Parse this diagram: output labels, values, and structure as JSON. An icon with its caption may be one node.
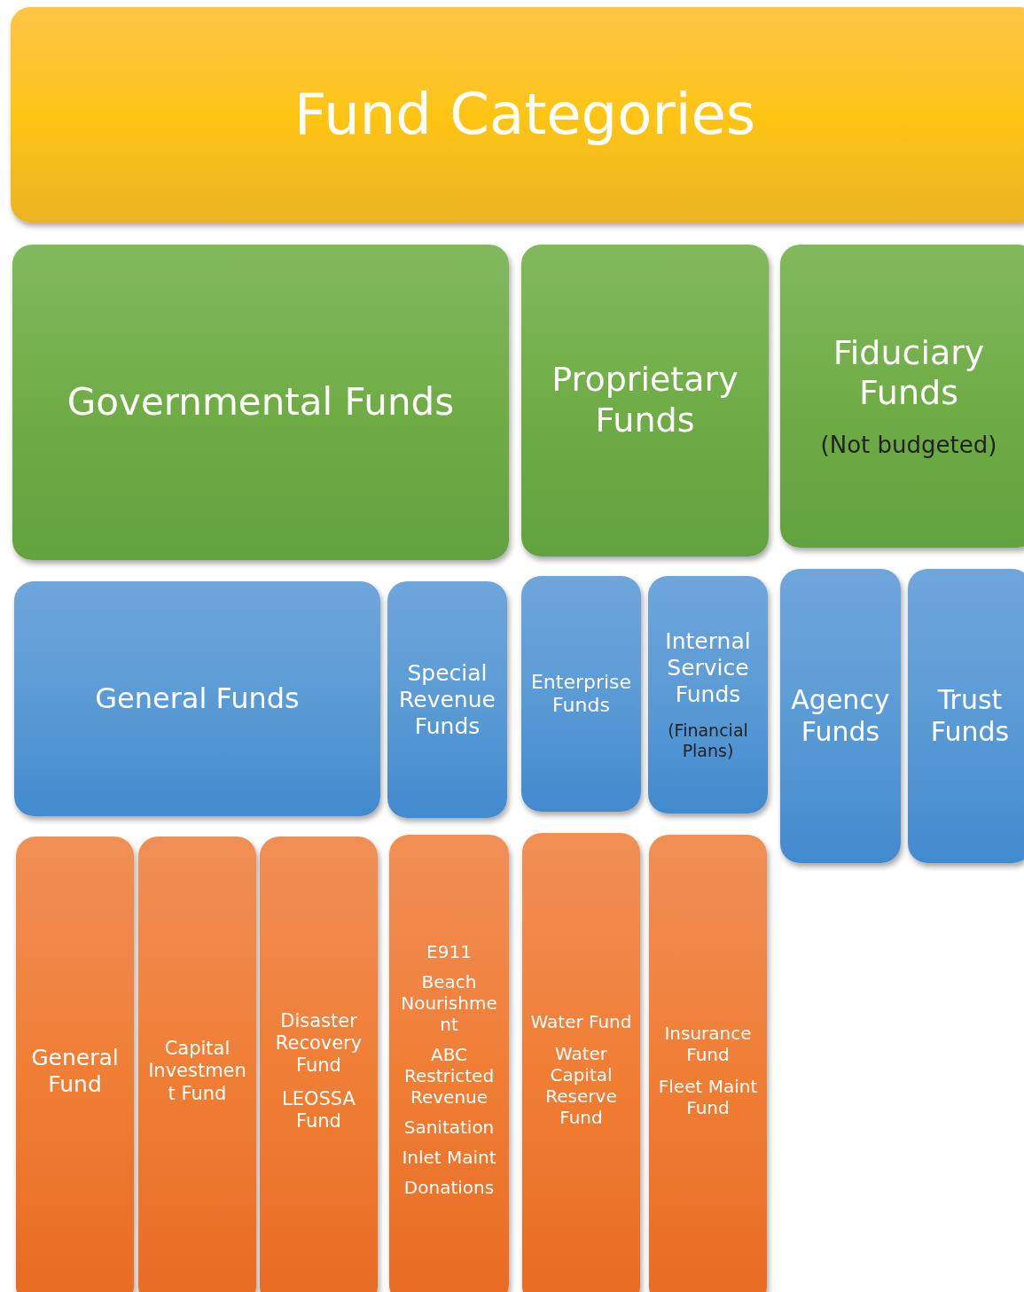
{
  "diagram": {
    "nodes": [
      {
        "text": [
          "Fund Categories"
        ]
      },
      {
        "text": [
          "Governmental Funds"
        ]
      },
      {
        "text": [
          "Proprietary Funds"
        ]
      },
      {
        "text": [
          "Fiduciary Funds",
          "(Not budgeted)"
        ]
      },
      {
        "text": [
          "General Funds"
        ]
      },
      {
        "text": [
          "Special Revenue Funds"
        ]
      },
      {
        "text": [
          "Enterprise Funds"
        ]
      },
      {
        "text": [
          "Internal Service Funds",
          "(Financial Plans)"
        ]
      },
      {
        "text": [
          "Agency Funds"
        ]
      },
      {
        "text": [
          "Trust Funds"
        ]
      },
      {
        "text": [
          "General Fund"
        ]
      },
      {
        "text": [
          "Capital Investment Fund"
        ]
      },
      {
        "text": [
          "Disaster Recovery Fund",
          "LEOSSA Fund"
        ]
      },
      {
        "text": [
          "E911",
          "Beach Nourishment",
          "ABC Restricted Revenue",
          "Sanitation",
          "Inlet Maint",
          "Donations"
        ]
      },
      {
        "text": [
          "Water Fund",
          "Water Capital Reserve Fund"
        ]
      },
      {
        "text": [
          "Insurance Fund",
          "Fleet Maint Fund"
        ]
      }
    ]
  }
}
